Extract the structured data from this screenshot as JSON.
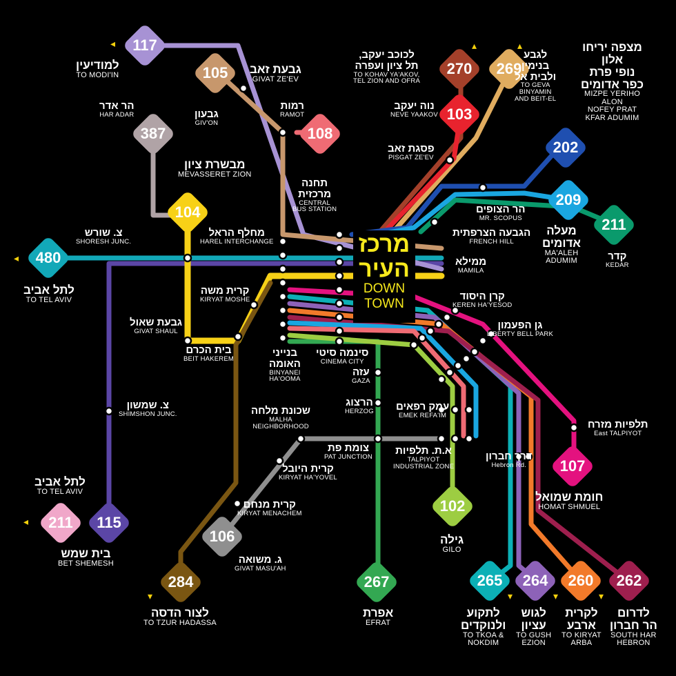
{
  "downtown": {
    "he_1": "מרכז",
    "he_2": "העיר",
    "en_1": "DOWN",
    "en_2": "TOWN"
  },
  "routes": [
    {
      "num": "117",
      "color": "#a792d4"
    },
    {
      "num": "105",
      "color": "#c7976c"
    },
    {
      "num": "108",
      "color": "#ef6b74"
    },
    {
      "num": "387",
      "color": "#b0a3a6"
    },
    {
      "num": "104",
      "color": "#f7d117"
    },
    {
      "num": "480",
      "color": "#12a8b8"
    },
    {
      "num": "270",
      "color": "#a4402a"
    },
    {
      "num": "269",
      "color": "#e0ac5f"
    },
    {
      "num": "103",
      "color": "#e8232e"
    },
    {
      "num": "202",
      "color": "#1f4fb0"
    },
    {
      "num": "209",
      "color": "#1aa6e0"
    },
    {
      "num": "211",
      "color": "#0a9a6c"
    },
    {
      "num": "107",
      "color": "#e4127f"
    },
    {
      "num": "102",
      "color": "#9dcd42"
    },
    {
      "num": "211",
      "color": "#f0a7c9"
    },
    {
      "num": "115",
      "color": "#5b46a6"
    },
    {
      "num": "106",
      "color": "#8f8f8f"
    },
    {
      "num": "284",
      "color": "#7a5612"
    },
    {
      "num": "267",
      "color": "#33a852"
    },
    {
      "num": "265",
      "color": "#0cb0b6"
    },
    {
      "num": "264",
      "color": "#8d62b8"
    },
    {
      "num": "260",
      "color": "#f27a2a"
    },
    {
      "num": "262",
      "color": "#9e1f4e"
    }
  ],
  "labels": {
    "modiin": {
      "he": "למודיעין",
      "en": "TO MODI'IN"
    },
    "givat_zeev": {
      "he": "גבעת זאב",
      "en": "GIVAT ZE'EV"
    },
    "ramot": {
      "he": "רמות",
      "en": "RAMOT"
    },
    "givon": {
      "he": "גבעון",
      "en": "GIV'ON"
    },
    "har_adar": {
      "he": "הר אדר",
      "en": "HAR ADAR"
    },
    "mevasseret": {
      "he": "מבשרת ציון",
      "en": "MEVASSERET ZION"
    },
    "shoresh": {
      "he": "צ. שורש",
      "en": "SHORESH JUNC."
    },
    "harel": {
      "he": "מחלף הראל",
      "en": "HAREL INTERCHANGE"
    },
    "central": {
      "he1": "תחנה",
      "he2": "מרכזית",
      "en1": "CENTRAL",
      "en2": "BUS STATION"
    },
    "tel_aviv_480": {
      "he": "לתל אביב",
      "en": "TO TEL AVIV"
    },
    "kiryat_moshe": {
      "he": "קרית משה",
      "en": "KIRYAT MOSHE"
    },
    "givat_shaul": {
      "he": "גבעת שאול",
      "en": "GIVAT SHAUL"
    },
    "beit_hakerem": {
      "he": "בית הכרם",
      "en": "BEIT HAKEREM"
    },
    "binyanei": {
      "he1": "בנייני",
      "he2": "האומה",
      "en1": "BINYANEI",
      "en2": "HA'OOMA"
    },
    "cinema_city": {
      "he": "סינמה סיטי",
      "en": "CINEMA CITY"
    },
    "kochav": {
      "he1": "לכוכב יעקב,",
      "he2": "תל ציון ועפרה",
      "en1": "TO KOHAV YA'AKOV,",
      "en2": "TEL ZION AND OFRA"
    },
    "geva": {
      "he1": "לגבע",
      "he2": "בנימין",
      "he3": "ולבית אל",
      "en1": "TO GEVA",
      "en2": "BINYAMIN",
      "en3": "AND BEIT-EL"
    },
    "mizpe": {
      "he1": "מצפה יריחו",
      "he2": "אלון",
      "he3": "נופי פרת",
      "he4": "כפר אדומים",
      "en1": "MIZPE YERIHO",
      "en2": "ALON",
      "en3": "NOFEY PRAT",
      "en4": "KFAR ADUMIM"
    },
    "neve_yaakov": {
      "he": "נוה יעקב",
      "en": "NEVE YAAKOV"
    },
    "pisgat": {
      "he": "פסגת זאב",
      "en": "PISGAT ZE'EV"
    },
    "scopus": {
      "he": "הר הצופים",
      "en": "MR. SCOPUS"
    },
    "french_hill": {
      "he": "הגבעה הצרפתית",
      "en": "FRENCH HILL"
    },
    "maale": {
      "he1": "מעלה",
      "he2": "אדומים",
      "en1": "MA'ALEH",
      "en2": "ADUMIM"
    },
    "kedar": {
      "he": "קדר",
      "en": "KEDAR"
    },
    "mamila": {
      "he": "ממילא",
      "en": "MAMILA"
    },
    "keren": {
      "he": "קרן היסוד",
      "en": "KEREN HA'YESOD"
    },
    "liberty": {
      "he": "גן הפעמון",
      "en": "LIBERTY BELL PARK"
    },
    "gaza": {
      "he": "עזה",
      "en": "GAZA"
    },
    "herzog": {
      "he": "הרצוג",
      "en": "HERZOG"
    },
    "emek": {
      "he": "עמק רפאים",
      "en": "EMEK REFA'IM"
    },
    "east_talpiyot": {
      "he": "תלפיות מזרח",
      "en": "East TALPIYOT"
    },
    "shimshon": {
      "he": "צ. שמשון",
      "en": "SHIMSHON JUNC."
    },
    "malha": {
      "he": "שכונת מלחה",
      "en1": "MALHA",
      "en2": "NEIGHBORHOOD"
    },
    "pat": {
      "he": "צומת פת",
      "en": "PAT JUNCTION"
    },
    "talpiyot_ind": {
      "he": "א.ת. תלפיות",
      "en1": "TALPIYOT",
      "en2": "INDUSTRIAL ZONE"
    },
    "hebron_rd": {
      "he": "דרך חברון",
      "en": "Hebron Rd."
    },
    "kiryat_hayovel": {
      "he": "קרית היובל",
      "en": "KIRYAT HA'YOVEL"
    },
    "homat": {
      "he": "חומת שמואל",
      "en": "HOMAT SHMUEL"
    },
    "tel_aviv_211": {
      "he": "לתל אביב",
      "en": "TO TEL AVIV"
    },
    "kiryat_menachem": {
      "he": "קרית מנחם",
      "en": "KIRYAT MENACHEM"
    },
    "bet_shemesh": {
      "he": "בית שמש",
      "en": "BET SHEMESH"
    },
    "givat_masua": {
      "he": "ג. משואה",
      "en": "GIVAT MASU'AH"
    },
    "gilo": {
      "he": "גילה",
      "en": "GILO"
    },
    "tzur_hadassa": {
      "he": "לצור הדסה",
      "en": "TO TZUR HADASSA"
    },
    "efrat": {
      "he": "אפרת",
      "en": "EFRAT"
    },
    "tkoa": {
      "he1": "לתקוע",
      "he2": "ולנוקדים",
      "en1": "TO TKOA &",
      "en2": "NOKDIM"
    },
    "gush": {
      "he1": "לגוש",
      "he2": "עציון",
      "en1": "TO GUSH",
      "en2": "EZION"
    },
    "kiryat_arba": {
      "he1": "לקרית",
      "he2": "ארבע",
      "en1": "TO KIRYAT",
      "en2": "ARBA"
    },
    "south_hebron": {
      "he1": "לדרום",
      "he2": "הר חברון",
      "en1": "SOUTH HAR",
      "en2": "HEBRON"
    }
  }
}
